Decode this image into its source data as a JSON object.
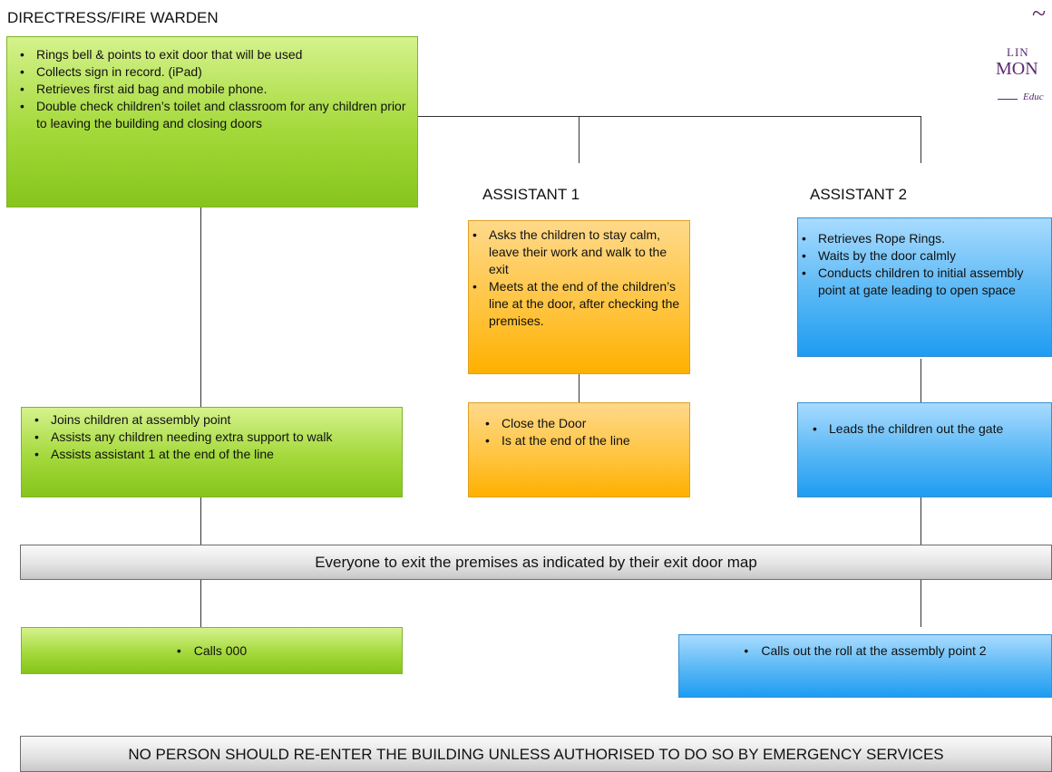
{
  "headings": {
    "directress": "DIRECTRESS/FIRE WARDEN",
    "assistant1": "ASSISTANT 1",
    "assistant2": "ASSISTANT 2"
  },
  "logo": {
    "line1": "LIN",
    "line2": "MON",
    "line3": "Educ"
  },
  "boxes": {
    "directress_top": [
      "Rings bell & points to exit door that will be used",
      "Collects sign in record. (iPad)",
      "Retrieves first aid bag and mobile phone.",
      "Double check children’s toilet and classroom for any children prior to leaving the building and closing doors"
    ],
    "assistant1_top": [
      "Asks the children to stay calm, leave their work and walk to the exit",
      "Meets at the end of the children’s line at the door, after checking the premises."
    ],
    "assistant2_top": [
      "Retrieves Rope Rings.",
      "Waits by the door calmly",
      "Conducts children to initial assembly point at gate leading to open space"
    ],
    "directress_mid": [
      "Joins children at assembly point",
      "Assists any children needing extra support to walk",
      "Assists assistant 1 at the end of the line"
    ],
    "assistant1_mid": [
      "Close the Door",
      "Is at the end of the line"
    ],
    "assistant2_mid": [
      "Leads the children out the gate"
    ],
    "directress_bottom": [
      "Calls 000"
    ],
    "assistant2_bottom": [
      "Calls out the roll at the assembly point 2"
    ]
  },
  "banners": {
    "exit": "Everyone to exit the premises as indicated by their exit door map",
    "no_reentry": "NO PERSON SHOULD RE-ENTER THE BUILDING UNLESS AUTHORISED TO DO SO BY EMERGENCY SERVICES"
  },
  "colors": {
    "green": "#94cf2a",
    "orange": "#ffc000",
    "blue": "#2ea3f2",
    "grey": "#d9d9d9",
    "logo_purple": "#5b2a6e"
  }
}
